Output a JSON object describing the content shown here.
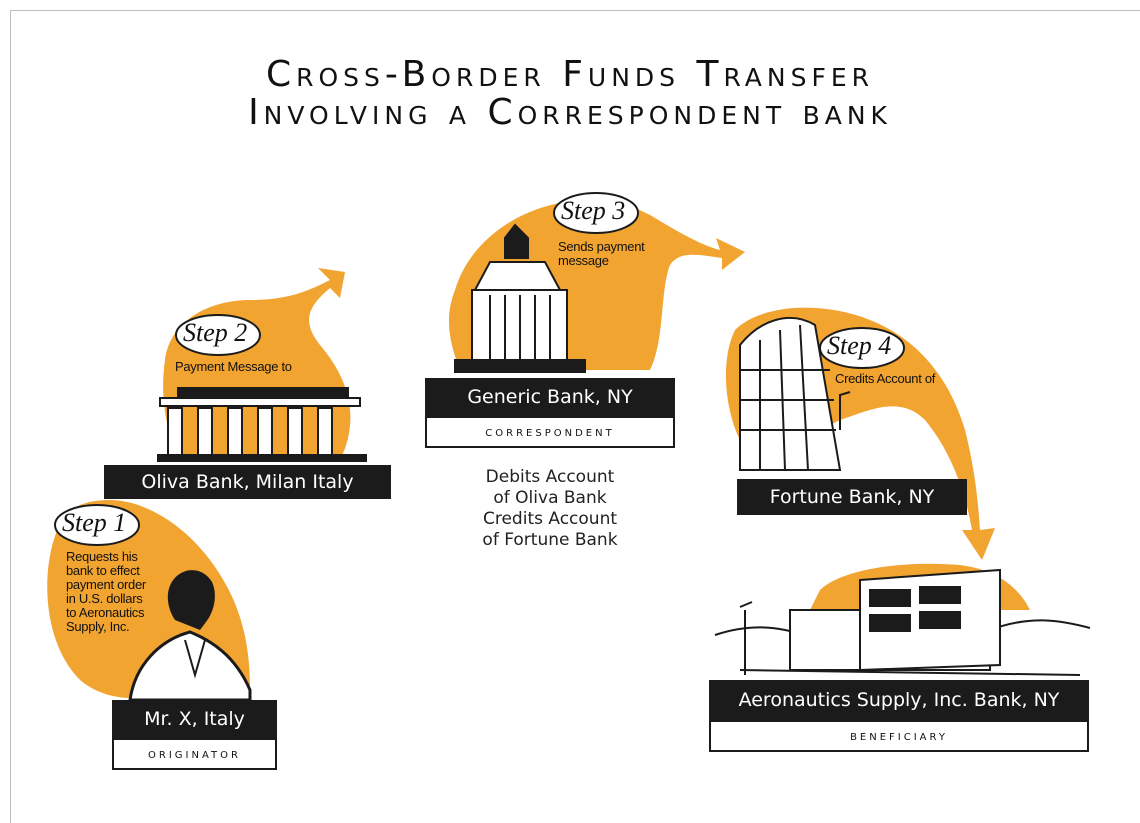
{
  "title": {
    "line1": "Cross-Border Funds Transfer",
    "line2": "Involving a Correspondent bank"
  },
  "steps": [
    {
      "label": "Step 1",
      "text": "Requests his bank to effect payment order in U.S. dollars to Aeronautics Supply, Inc."
    },
    {
      "label": "Step 2",
      "text": "Payment Message to"
    },
    {
      "label": "Step 3",
      "text": "Sends payment message"
    },
    {
      "label": "Step 4",
      "text": "Credits Account of"
    }
  ],
  "entities": {
    "originator": {
      "name": "Mr. X, Italy",
      "role": "Originator"
    },
    "oliva": {
      "name": "Oliva Bank, Milan Italy"
    },
    "generic": {
      "name": "Generic Bank, NY",
      "role": "Correspondent"
    },
    "fortune": {
      "name": "Fortune Bank, NY"
    },
    "beneficiary": {
      "name": "Aeronautics Supply, Inc. Bank, NY",
      "role": "Beneficiary"
    }
  },
  "correspondent_actions": [
    "Debits Account",
    "of Oliva Bank",
    "Credits Account",
    "of Fortune Bank"
  ],
  "colors": {
    "accent": "#f2a431",
    "label_bg": "#1b1b1b"
  }
}
